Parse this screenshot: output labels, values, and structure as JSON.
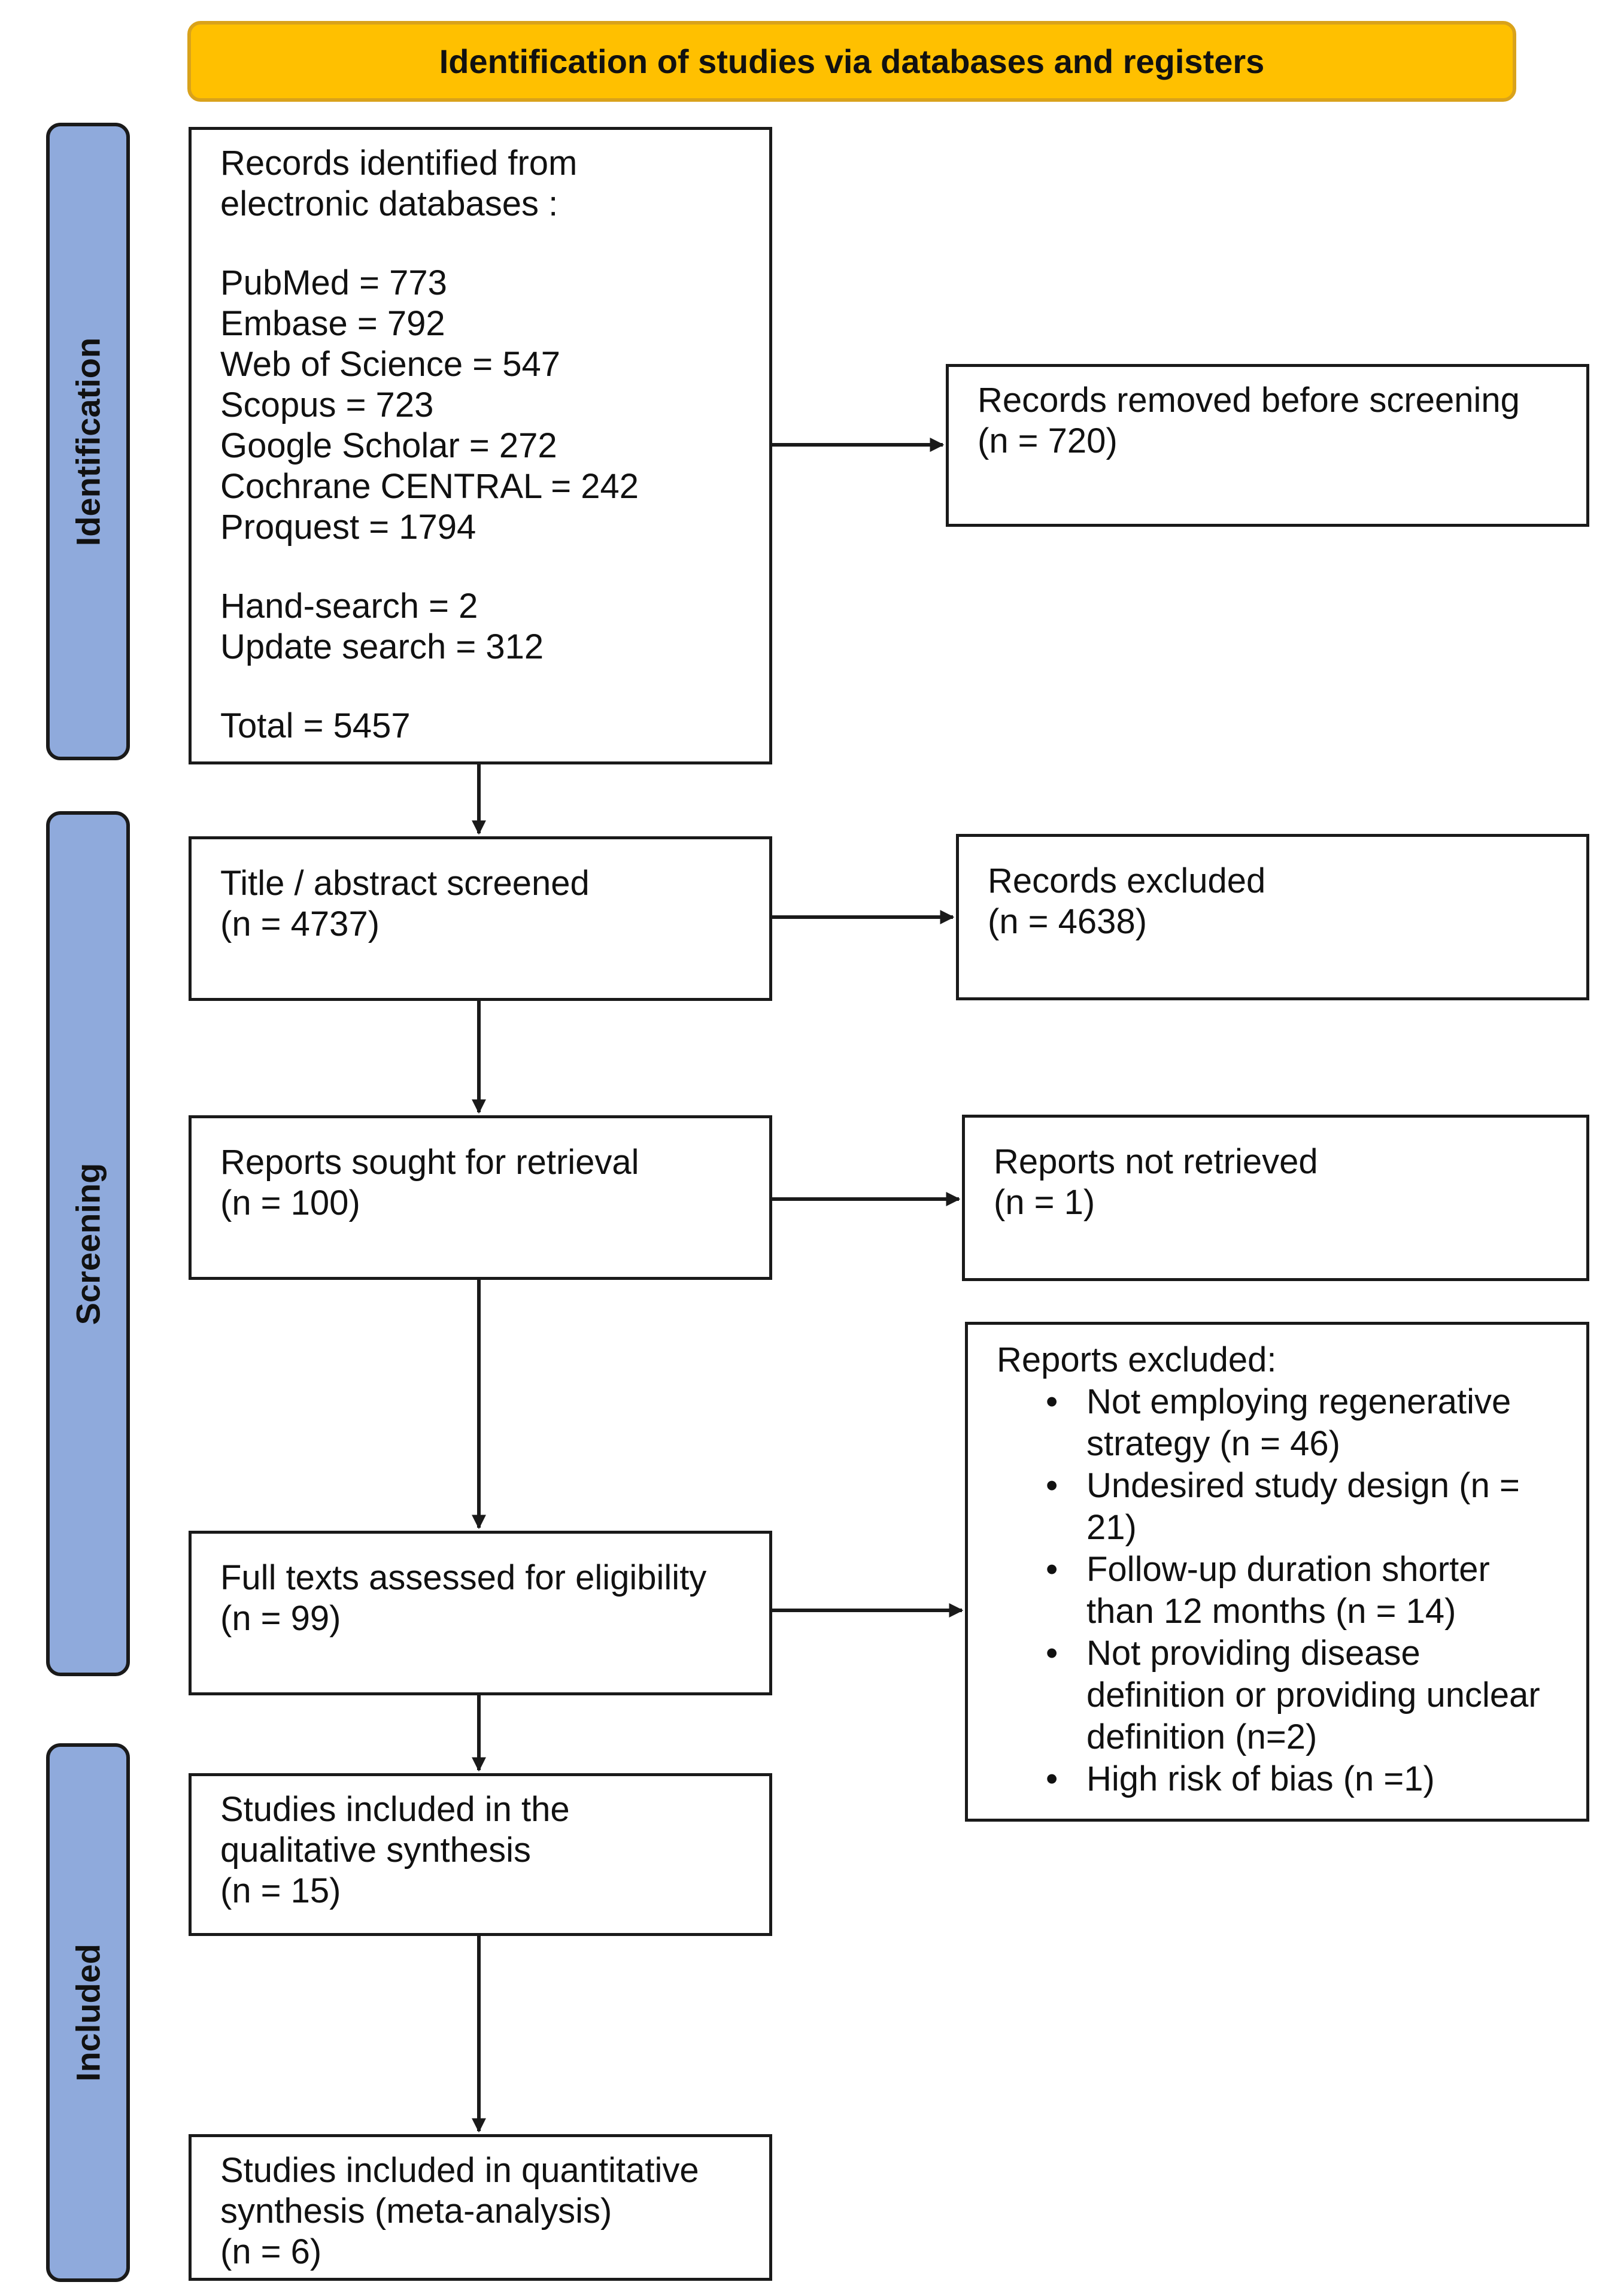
{
  "banner": {
    "title": "Identification of studies via databases and registers"
  },
  "phases": {
    "identification": "Identification",
    "screening": "Screening",
    "included": "Included"
  },
  "records_identified": {
    "heading_1": "Records identified from",
    "heading_2": "electronic databases :",
    "sources": [
      "PubMed = 773",
      "Embase = 792",
      "Web of Science = 547",
      "Scopus = 723",
      "Google Scholar = 272",
      "Cochrane CENTRAL = 242",
      "Proquest = 1794"
    ],
    "extra": [
      "Hand-search = 2",
      "Update search = 312"
    ],
    "total": "Total = 5457"
  },
  "records_removed": {
    "label": "Records removed before screening",
    "count": "(n = 720)"
  },
  "title_abstract": {
    "label": "Title / abstract screened",
    "count": "(n = 4737)"
  },
  "records_excluded": {
    "label": "Records excluded",
    "count": "(n = 4638)"
  },
  "reports_sought": {
    "label": "Reports sought for retrieval",
    "count": "(n = 100)"
  },
  "reports_not_retrieved": {
    "label": "Reports not retrieved",
    "count": "(n = 1)"
  },
  "full_texts": {
    "label": "Full texts assessed for eligibility",
    "count": "(n = 99)"
  },
  "reports_excluded": {
    "heading": "Reports excluded:",
    "reasons": [
      [
        "Not employing regenerative",
        "strategy (n = 46)"
      ],
      [
        "Undesired study design (n =",
        "21)"
      ],
      [
        "Follow-up duration shorter",
        "than 12 months (n = 14)"
      ],
      [
        "Not providing disease",
        "definition or providing unclear",
        "definition (n=2)"
      ],
      [
        "High risk of bias (n =1)"
      ]
    ]
  },
  "qualitative": {
    "line_1": "Studies included in the",
    "line_2": "qualitative synthesis",
    "count": "(n = 15)"
  },
  "quantitative": {
    "line_1": "Studies included in quantitative",
    "line_2": "synthesis (meta-analysis)",
    "count": "(n = 6)"
  },
  "colors": {
    "banner_fill": "#FFC000",
    "banner_border": "#D9A21B",
    "phase_fill": "#8FAADC",
    "line": "#1A1A1A"
  }
}
